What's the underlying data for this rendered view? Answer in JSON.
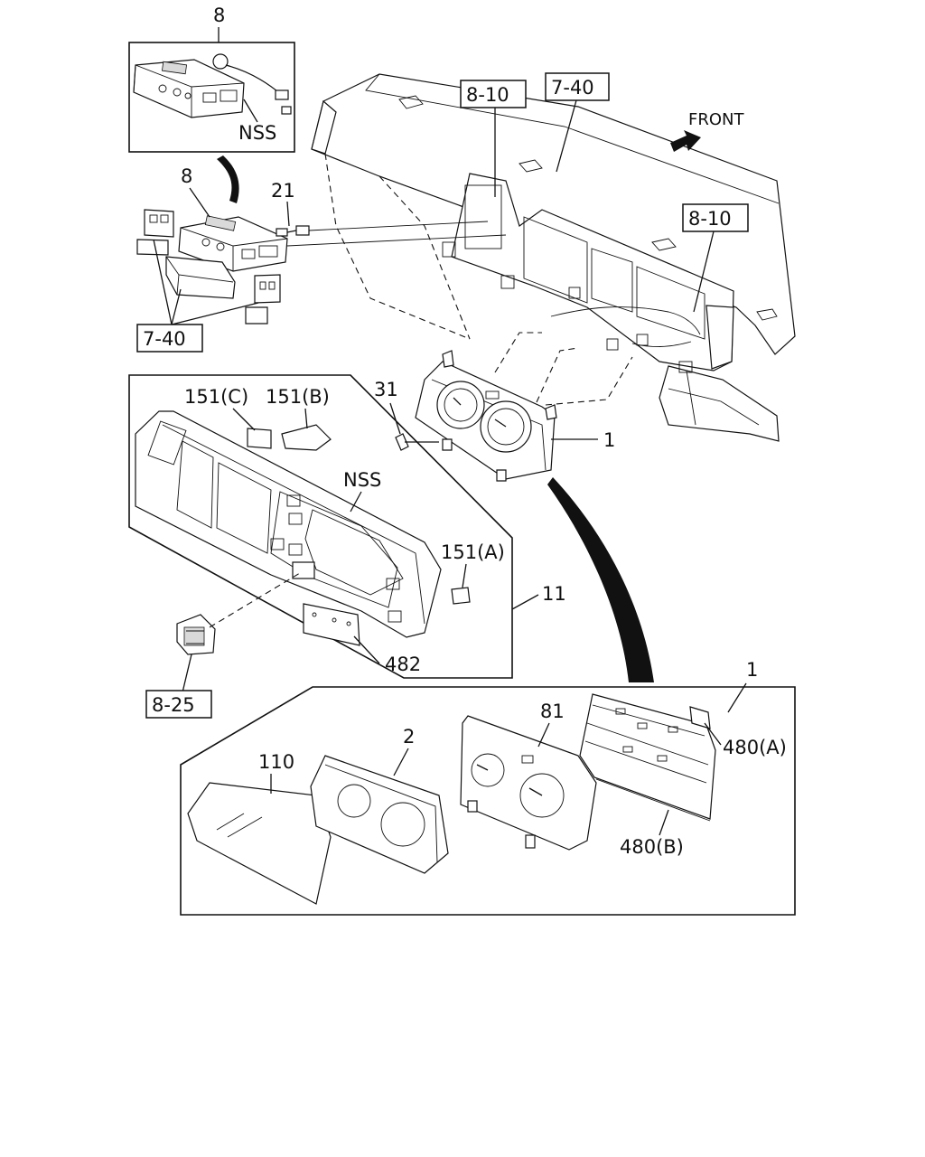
{
  "labels": {
    "p8_top": "8",
    "nss_top": "NSS",
    "ref_810_top": "8-10",
    "ref_740_top": "7-40",
    "front": "FRONT",
    "ref_810_right": "8-10",
    "p8_mid": "8",
    "p21": "21",
    "ref_740_left": "7-40",
    "p151c": "151(C)",
    "p151b": "151(B)",
    "p31": "31",
    "p1_cluster": "1",
    "nss_panel": "NSS",
    "p151a": "151(A)",
    "p11": "11",
    "p482": "482",
    "ref_825": "8-25",
    "p1_detail": "1",
    "p81": "81",
    "p2": "2",
    "p110": "110",
    "p480a": "480(A)",
    "p480b": "480(B)"
  }
}
